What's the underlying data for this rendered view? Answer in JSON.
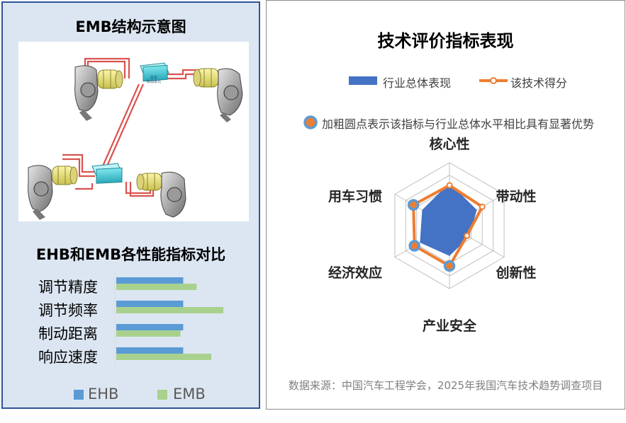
{
  "left": {
    "title": "EMB结构示意图",
    "diagram": {
      "module_labels": [
        "驻车",
        "制动单元"
      ]
    },
    "subtitle": "EHB和EMB各性能指标对比"
  },
  "right": {
    "title": "技术评价指标表现",
    "legend": {
      "industry": "行业总体表现",
      "tech": "该技术得分"
    },
    "note": "加粗圆点表示该指标与行业总体水平相比具有显著优势",
    "source": "数据来源：中国汽车工程学会，2025年我国汽车技术趋势调查项目"
  },
  "colors": {
    "ehb": "#5b9bd5",
    "emb": "#a9d18e",
    "industry_fill": "#4472c4",
    "tech_line": "#ed7d31",
    "panel_bg": "#dce6f2",
    "panel_border": "#2f5597",
    "grid": "#bfbfbf"
  },
  "chart_data": [
    {
      "type": "bar",
      "orientation": "horizontal",
      "categories": [
        "调节精度",
        "调节频率",
        "制动距离",
        "响应速度"
      ],
      "series": [
        {
          "name": "EHB",
          "values": [
            1.0,
            1.0,
            1.0,
            1.0
          ]
        },
        {
          "name": "EMB",
          "values": [
            1.2,
            1.6,
            0.96,
            1.42
          ]
        }
      ],
      "xlim": [
        0,
        1.8
      ],
      "legend": "bottom"
    },
    {
      "type": "radar",
      "axes": [
        "核心性",
        "带动性",
        "创新性",
        "产业安全",
        "经济效应",
        "用车习惯"
      ],
      "rmax": 5,
      "series": [
        {
          "name": "行业总体表现",
          "values": [
            3.4,
            2.5,
            1.8,
            2.4,
            2.7,
            2.5
          ]
        },
        {
          "name": "该技术得分",
          "values": [
            3.2,
            3.0,
            1.6,
            3.2,
            3.2,
            3.3
          ]
        }
      ],
      "highlighted_axes": [
        "产业安全",
        "经济效应",
        "用车习惯"
      ],
      "grid": true,
      "legend": "top"
    }
  ]
}
